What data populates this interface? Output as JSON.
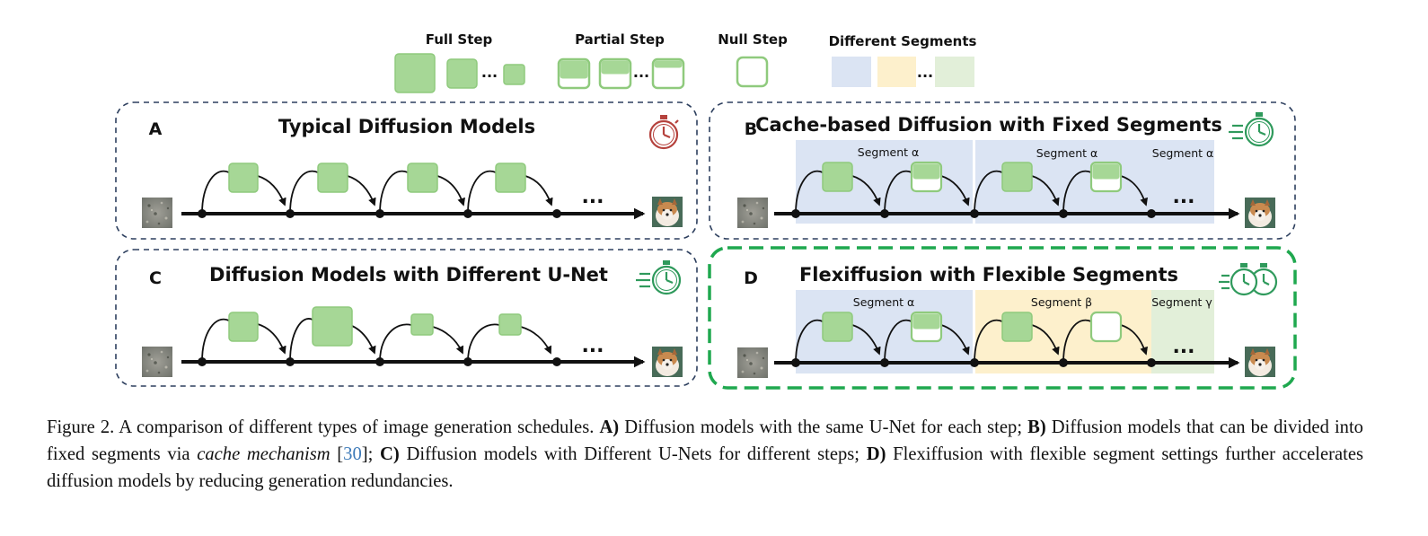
{
  "legend": {
    "full_step": "Full Step",
    "partial_step": "Partial Step",
    "null_step": "Null Step",
    "different_segments": "Different Segments",
    "ellipsis": "..."
  },
  "panels": {
    "A": {
      "letter": "A",
      "title": "Typical Diffusion Models",
      "ellipsis": "..."
    },
    "B": {
      "letter": "B",
      "title": "Cache-based Diffusion with Fixed Segments",
      "segments": [
        "Segment α",
        "Segment α",
        "Segment α"
      ],
      "ellipsis": "..."
    },
    "C": {
      "letter": "C",
      "title": "Diffusion Models with Different U-Net",
      "ellipsis": "..."
    },
    "D": {
      "letter": "D",
      "title": "Flexiffusion with Flexible Segments",
      "segments": [
        "Segment α",
        "Segment β",
        "Segment γ"
      ],
      "ellipsis": "..."
    }
  },
  "caption": {
    "fig_label": "Figure 2.",
    "intro": "A comparison of different types of image generation schedules.",
    "a_label": "A)",
    "a_text": "Diffusion models with the same U-Net for each step;",
    "b_label": "B)",
    "b_text_1": "Diffusion models that can be divided into fixed segments via",
    "b_italic": "cache mechanism",
    "b_cite": "30",
    "c_label": "C)",
    "c_text": "Diffusion models with Different U-Nets for different steps;",
    "d_label": "D)",
    "d_text": "Flexiffusion with flexible segment settings further accelerates diffusion models by reducing generation redundancies."
  },
  "colors": {
    "step_green": "#a6d796",
    "step_green_stroke": "#8fca7d",
    "panel_border": "#2d3f5e",
    "highlight_border": "#1fa84f",
    "seg_blue": "#dbe4f3",
    "seg_yellow": "#fdf0cc",
    "seg_green": "#e2efd9",
    "timer_red": "#b5423d",
    "timer_green": "#2f9a5c",
    "cite_blue": "#3d7ab8"
  },
  "icons": [
    "stopwatch-icon",
    "fast-stopwatch-icon",
    "double-stopwatch-icon",
    "noise-image-icon",
    "dog-image-icon"
  ]
}
